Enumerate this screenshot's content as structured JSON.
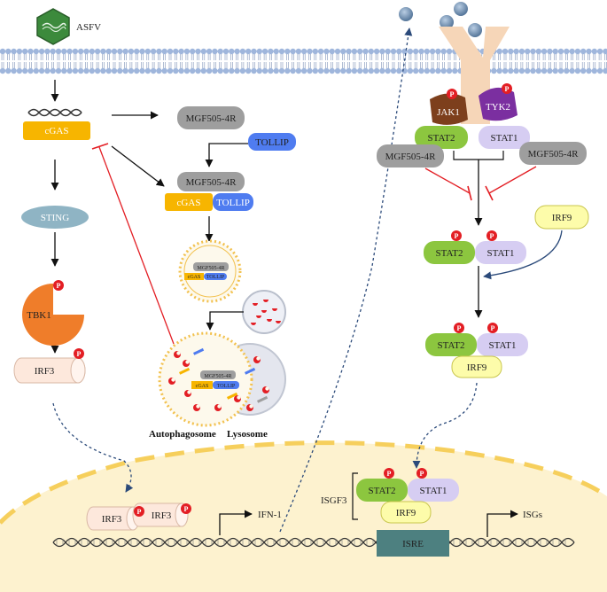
{
  "virus_label": "ASFV",
  "labels": {
    "cgas": "cGAS",
    "mgf": "MGF505-4R",
    "tollip": "TOLLIP",
    "sting": "STING",
    "tbk1": "TBK1",
    "irf3": "IRF3",
    "jak1": "JAK1",
    "tyk2": "TYK2",
    "stat1": "STAT1",
    "stat2": "STAT2",
    "irf9": "IRF9",
    "ifn1": "IFN-1",
    "isgf3": "ISGF3",
    "isre": "ISRE",
    "isgs": "ISGs",
    "phospho": "P",
    "autophagosome": "Autophagosome",
    "lysosome": "Lysosome"
  },
  "colors": {
    "membrane_head": "#9fb6dc",
    "cgas": "#f7b500",
    "mgf": "#9e9e9e",
    "tollip": "#4f7cf0",
    "sting": "#8fb4c4",
    "tbk1": "#ef7d2a",
    "irf3": "#fde8dc",
    "jak1": "#7d3f1c",
    "tyk2": "#7b2fa0",
    "stat2": "#8cc63f",
    "stat1": "#d6cdf2",
    "irf9": "#fdfcaa",
    "receptor": "#f6d6b8",
    "nucleus": "#fdf2cf",
    "nucleus_border": "#f6cf5c",
    "isre": "#4d8080",
    "phospho": "#e31e24",
    "inhibit": "#e31e24",
    "ifn": "#5b7fa6"
  },
  "icons": [
    "dna-icon",
    "virus-icon",
    "phosphate-icon",
    "vesicle-icon"
  ]
}
